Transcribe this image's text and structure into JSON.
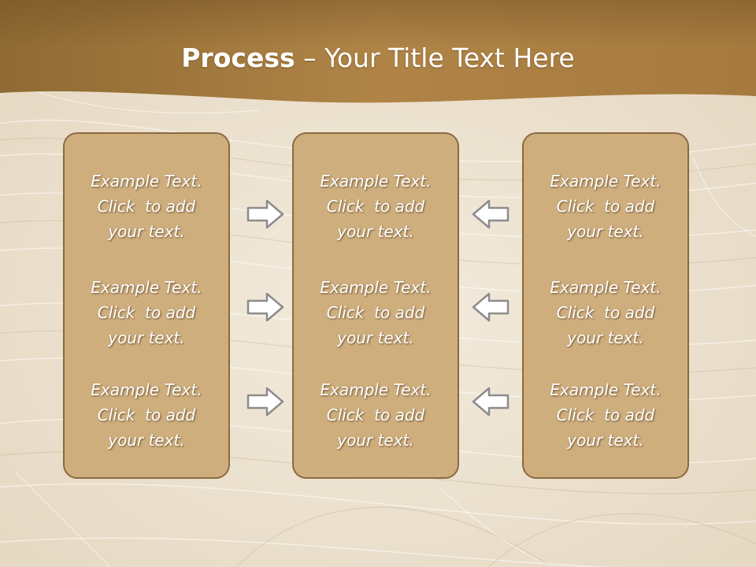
{
  "slide": {
    "title_bold": "Process",
    "title_rest": " – Your Title Text Here"
  },
  "columns": [
    {
      "blocks": [
        {
          "line1": "Example Text.",
          "line2": "Click  to add",
          "line3": "your text."
        },
        {
          "line1": "Example Text.",
          "line2": "Click  to add",
          "line3": "your text."
        },
        {
          "line1": "Example Text.",
          "line2": "Click  to add",
          "line3": "your text."
        }
      ]
    },
    {
      "blocks": [
        {
          "line1": "Example Text.",
          "line2": "Click  to add",
          "line3": "your text."
        },
        {
          "line1": "Example Text.",
          "line2": "Click  to add",
          "line3": "your text."
        },
        {
          "line1": "Example Text.",
          "line2": "Click  to add",
          "line3": "your text."
        }
      ]
    },
    {
      "blocks": [
        {
          "line1": "Example Text.",
          "line2": "Click  to add",
          "line3": "your text."
        },
        {
          "line1": "Example Text.",
          "line2": "Click  to add",
          "line3": "your text."
        },
        {
          "line1": "Example Text.",
          "line2": "Click  to add",
          "line3": "your text."
        }
      ]
    }
  ],
  "arrows": {
    "left_group": "right-arrow-icon",
    "right_group": "left-arrow-icon"
  },
  "colors": {
    "header_band": "#9c7438",
    "panel_fill": "#cfae7e",
    "panel_border": "#8a6b40",
    "text": "#ffffff",
    "background": "#efe6d6"
  }
}
